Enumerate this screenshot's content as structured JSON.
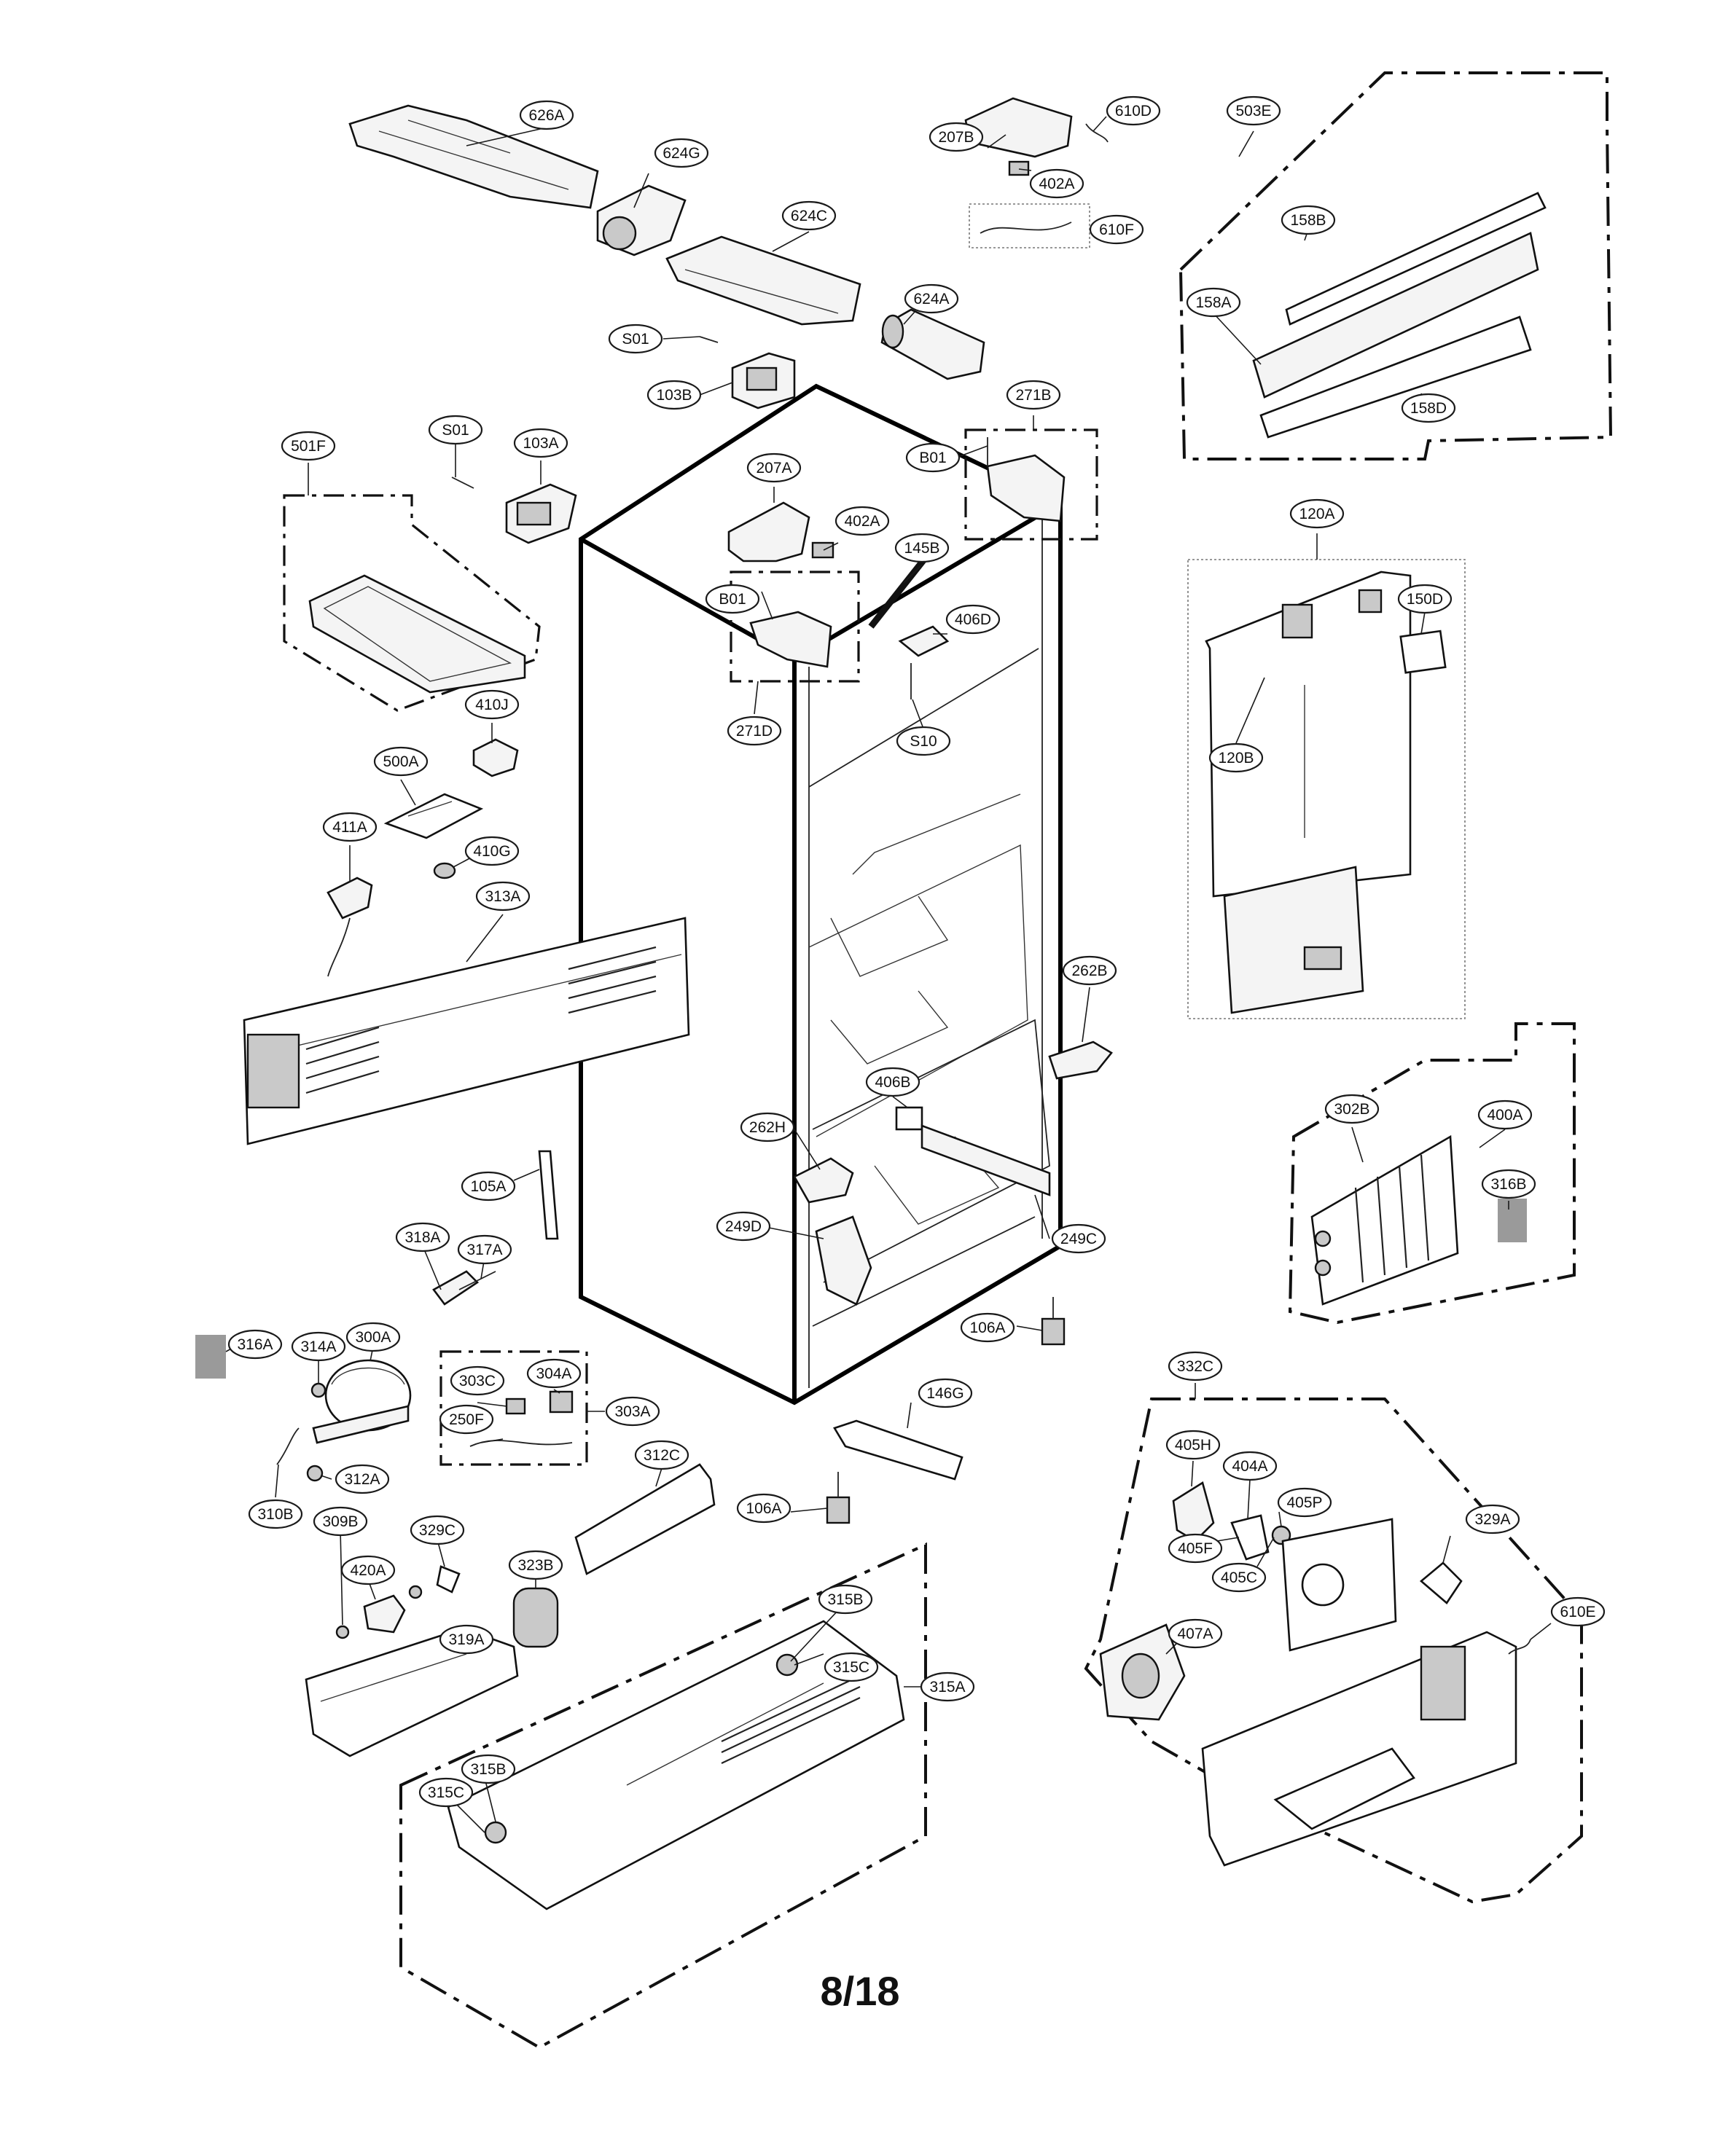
{
  "page_number": "8/18",
  "callouts": [
    {
      "id": "626A",
      "label": "626A"
    },
    {
      "id": "624G",
      "label": "624G"
    },
    {
      "id": "624C",
      "label": "624C"
    },
    {
      "id": "624A",
      "label": "624A"
    },
    {
      "id": "207B",
      "label": "207B"
    },
    {
      "id": "610D",
      "label": "610D"
    },
    {
      "id": "402A-top",
      "label": "402A"
    },
    {
      "id": "610F",
      "label": "610F"
    },
    {
      "id": "503E",
      "label": "503E"
    },
    {
      "id": "158B",
      "label": "158B"
    },
    {
      "id": "158A",
      "label": "158A"
    },
    {
      "id": "158D",
      "label": "158D"
    },
    {
      "id": "S01-top",
      "label": "S01"
    },
    {
      "id": "103B",
      "label": "103B"
    },
    {
      "id": "271B",
      "label": "271B"
    },
    {
      "id": "501F",
      "label": "501F"
    },
    {
      "id": "S01-left",
      "label": "S01"
    },
    {
      "id": "103A",
      "label": "103A"
    },
    {
      "id": "207A",
      "label": "207A"
    },
    {
      "id": "B01-right",
      "label": "B01"
    },
    {
      "id": "402A-mid",
      "label": "402A"
    },
    {
      "id": "145B",
      "label": "145B"
    },
    {
      "id": "B01-left",
      "label": "B01"
    },
    {
      "id": "406D",
      "label": "406D"
    },
    {
      "id": "271D",
      "label": "271D"
    },
    {
      "id": "S10",
      "label": "S10"
    },
    {
      "id": "120A",
      "label": "120A"
    },
    {
      "id": "150D",
      "label": "150D"
    },
    {
      "id": "120B",
      "label": "120B"
    },
    {
      "id": "410J",
      "label": "410J"
    },
    {
      "id": "500A",
      "label": "500A"
    },
    {
      "id": "411A",
      "label": "411A"
    },
    {
      "id": "410G",
      "label": "410G"
    },
    {
      "id": "313A",
      "label": "313A"
    },
    {
      "id": "262B",
      "label": "262B"
    },
    {
      "id": "406B",
      "label": "406B"
    },
    {
      "id": "262H",
      "label": "262H"
    },
    {
      "id": "302B",
      "label": "302B"
    },
    {
      "id": "400A",
      "label": "400A"
    },
    {
      "id": "316B",
      "label": "316B"
    },
    {
      "id": "105A",
      "label": "105A"
    },
    {
      "id": "249D",
      "label": "249D"
    },
    {
      "id": "249C",
      "label": "249C"
    },
    {
      "id": "318A",
      "label": "318A"
    },
    {
      "id": "317A",
      "label": "317A"
    },
    {
      "id": "106A-right",
      "label": "106A"
    },
    {
      "id": "316A",
      "label": "316A"
    },
    {
      "id": "314A",
      "label": "314A"
    },
    {
      "id": "300A",
      "label": "300A"
    },
    {
      "id": "303C",
      "label": "303C"
    },
    {
      "id": "304A",
      "label": "304A"
    },
    {
      "id": "250F",
      "label": "250F"
    },
    {
      "id": "303A",
      "label": "303A"
    },
    {
      "id": "146G",
      "label": "146G"
    },
    {
      "id": "332C",
      "label": "332C"
    },
    {
      "id": "312A",
      "label": "312A"
    },
    {
      "id": "312C",
      "label": "312C"
    },
    {
      "id": "405H",
      "label": "405H"
    },
    {
      "id": "404A",
      "label": "404A"
    },
    {
      "id": "106A-mid",
      "label": "106A"
    },
    {
      "id": "310B",
      "label": "310B"
    },
    {
      "id": "309B",
      "label": "309B"
    },
    {
      "id": "329C",
      "label": "329C"
    },
    {
      "id": "405P",
      "label": "405P"
    },
    {
      "id": "329A",
      "label": "329A"
    },
    {
      "id": "405F",
      "label": "405F"
    },
    {
      "id": "420A",
      "label": "420A"
    },
    {
      "id": "323B",
      "label": "323B"
    },
    {
      "id": "405C",
      "label": "405C"
    },
    {
      "id": "315B-top",
      "label": "315B"
    },
    {
      "id": "319A",
      "label": "319A"
    },
    {
      "id": "315C-right",
      "label": "315C"
    },
    {
      "id": "407A",
      "label": "407A"
    },
    {
      "id": "610E",
      "label": "610E"
    },
    {
      "id": "315A",
      "label": "315A"
    },
    {
      "id": "315B-bottom",
      "label": "315B"
    },
    {
      "id": "315C-left",
      "label": "315C"
    }
  ]
}
